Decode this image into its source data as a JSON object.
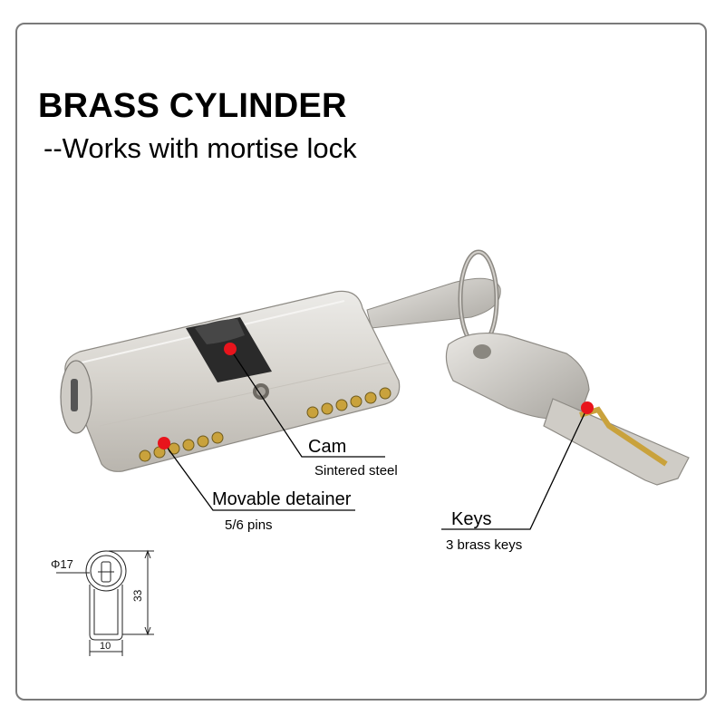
{
  "title": "BRASS CYLINDER",
  "subtitle": "--Works with mortise lock",
  "callouts": {
    "cam": {
      "label": "Cam",
      "detail": "Sintered steel"
    },
    "detainer": {
      "label": "Movable detainer",
      "detail": "5/6 pins"
    },
    "keys": {
      "label": "Keys",
      "detail": "3 brass keys"
    }
  },
  "dimensions": {
    "diameter": "Φ17",
    "height": "33",
    "width": "10"
  },
  "colors": {
    "marker": "#e8141c",
    "frame": "#7a7a7a",
    "brass": "#c9a23c",
    "nickel": "#d9d6d1"
  }
}
